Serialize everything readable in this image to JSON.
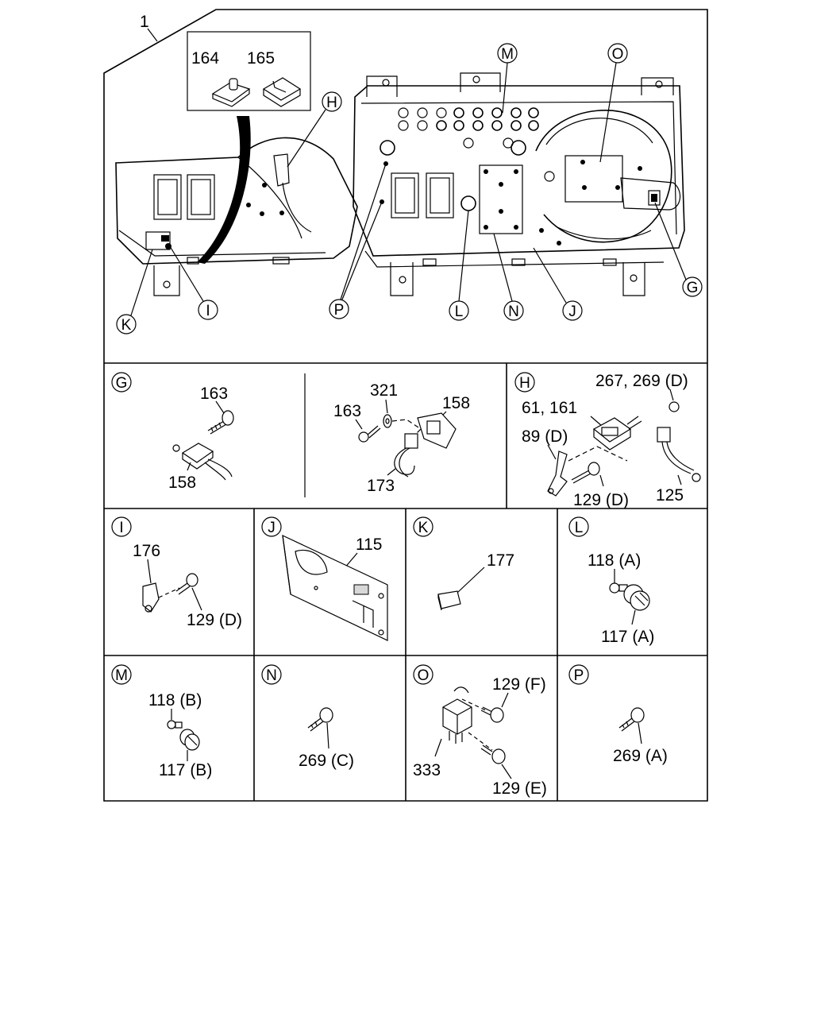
{
  "diagram": {
    "main_callout": "1",
    "inset_parts": [
      "164",
      "165"
    ],
    "main_markers": [
      "M",
      "O",
      "H",
      "K",
      "I",
      "P",
      "L",
      "N",
      "J",
      "G"
    ]
  },
  "panels": {
    "G": {
      "marker": "G",
      "left": {
        "screw": "163",
        "connector": "158"
      },
      "right": {
        "screw": "163",
        "washer": "321",
        "module": "158",
        "harness": "173"
      }
    },
    "H": {
      "marker": "H",
      "screw_top": "267, 269 (D)",
      "socket": "61, 161",
      "bracket": "89 (D)",
      "screw_bottom": "129 (D)",
      "harness": "125"
    },
    "I": {
      "marker": "I",
      "clip": "176",
      "screw": "129 (D)"
    },
    "J": {
      "marker": "J",
      "plate": "115"
    },
    "K": {
      "marker": "K",
      "pad": "177"
    },
    "L": {
      "marker": "L",
      "bulb": "118 (A)",
      "socket": "117 (A)"
    },
    "M": {
      "marker": "M",
      "bulb": "118 (B)",
      "socket": "117 (B)"
    },
    "N": {
      "marker": "N",
      "screw": "269 (C)"
    },
    "O": {
      "marker": "O",
      "screw_top": "129 (F)",
      "relay": "333",
      "screw_bottom": "129 (E)"
    },
    "P": {
      "marker": "P",
      "screw": "269 (A)"
    }
  }
}
